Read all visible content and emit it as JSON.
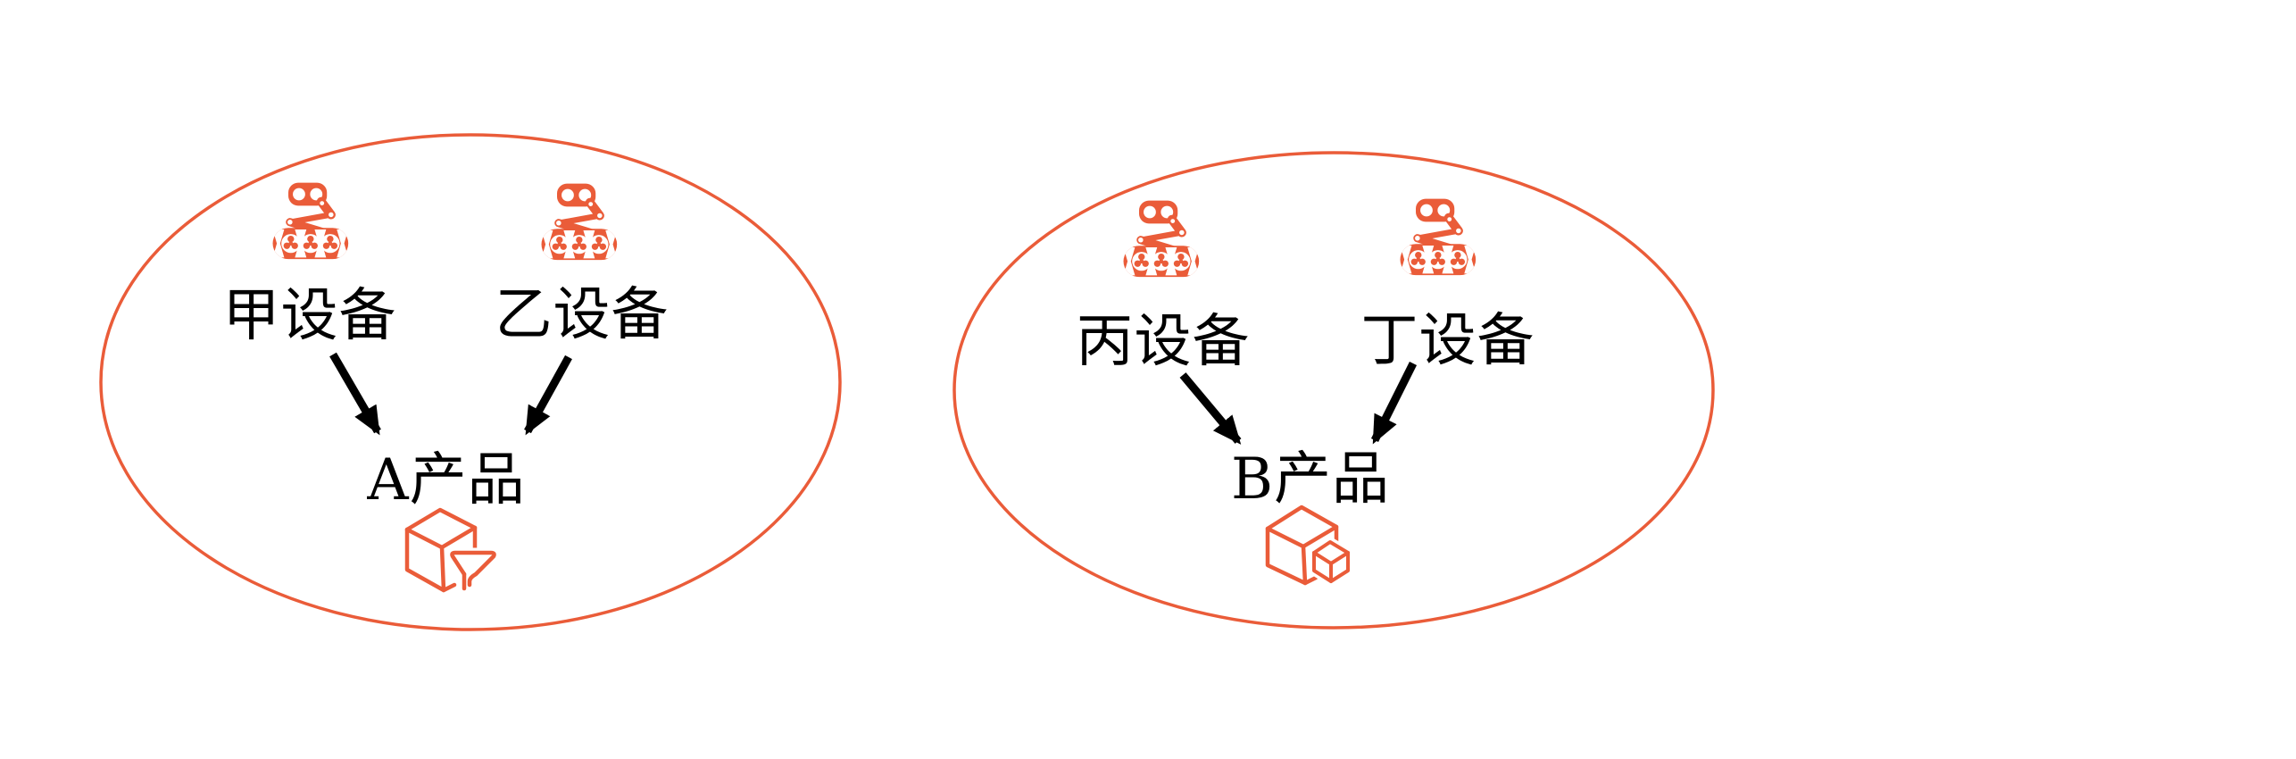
{
  "colors": {
    "accent": "#EA5C39",
    "arrow": "#000000",
    "text": "#000000",
    "background": "#FFFFFF"
  },
  "diagram": {
    "groups": [
      {
        "id": "group-a",
        "machines": [
          {
            "label": "甲设备",
            "icon": "robot-crawler-icon"
          },
          {
            "label": "乙设备",
            "icon": "robot-crawler-icon"
          }
        ],
        "product": {
          "label": "A产品",
          "icon": "box-with-funnel-icon"
        }
      },
      {
        "id": "group-b",
        "machines": [
          {
            "label": "丙设备",
            "icon": "robot-crawler-icon"
          },
          {
            "label": "丁设备",
            "icon": "robot-crawler-icon"
          }
        ],
        "product": {
          "label": "B产品",
          "icon": "box-with-small-box-icon"
        }
      }
    ]
  }
}
